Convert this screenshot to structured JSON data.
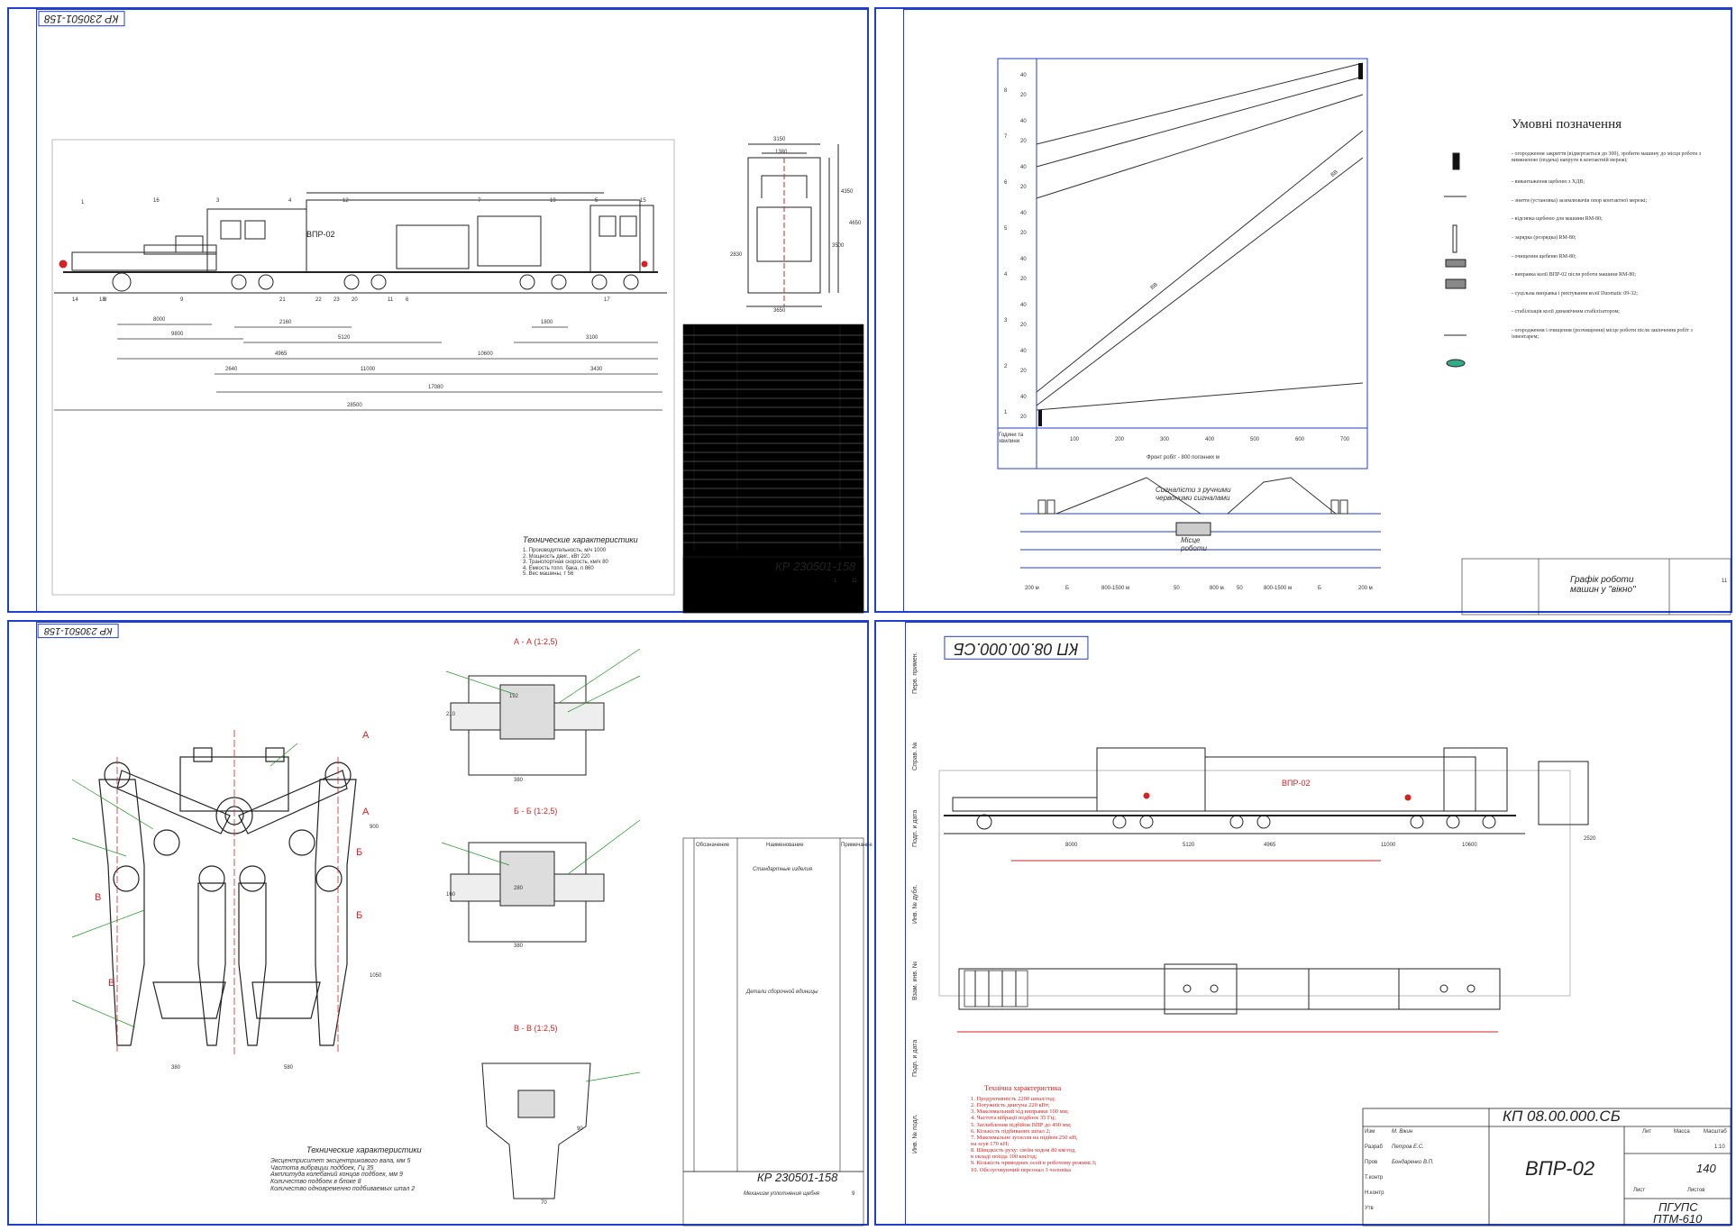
{
  "sheets": {
    "top_left": {
      "code_rotated": "КР 230501-158",
      "title_code": "КР 230501-158",
      "machine_label": "ВПР-02",
      "spec_heading": "Технические характеристики",
      "spec_lines": [
        "1. Производительность, м/ч   1000",
        "2. Мощность двиг., кВт   220",
        "3. Транспортная скорость, км/ч   80",
        "4. Емкость топл. бака, л   860",
        "5. Вес машины, т   56"
      ],
      "dims_bottom": [
        "8000",
        "9800",
        "5120",
        "2160",
        "3100",
        "1800",
        "2640",
        "4965",
        "11000",
        "10600",
        "3430",
        "17080",
        "28500"
      ],
      "dims_section": [
        "3150",
        "1380",
        "3650",
        "2830",
        "4350",
        "4650",
        "3500"
      ],
      "sheet_no": "1",
      "sheets_total": "11",
      "part_numbers": [
        "1",
        "16",
        "3",
        "4",
        "12",
        "7",
        "19",
        "5",
        "15",
        "18",
        "21",
        "22",
        "23",
        "20",
        "11",
        "6",
        "17",
        "14",
        "8",
        "9"
      ]
    },
    "top_right": {
      "legend_title": "Умовні позначення",
      "legend_items": [
        "- огородження закриття (відвертається до 300), зробити машину до місця роботи з вимкненою (подача) напруги в контактній мережі;",
        "- вивантаження щебеню з ХДВ;",
        "- зняття (установка) заземлювачів опор контактної мережі;",
        "- відсипка щебеню для машини RM-80;",
        "- зарядка (розрядка) RM-80;",
        "- очищення щебеню RM-80;",
        "- виправка колії ВПР-02 після роботи машини RM-80;",
        "- суцільна виправка і рихтування колії Duomatic 09-32;",
        "- стабілізація колії динамічним стабілізатором;",
        "- огородження і очищення (розчищення) місце роботи після закінчення робіт з інвентарем;"
      ],
      "y_axis_label": "Години та хвилини",
      "x_axis_label": "Фронт робіт - 800 погонних м",
      "x_ticks": [
        "100",
        "200",
        "300",
        "400",
        "500",
        "600",
        "700"
      ],
      "y_hours": [
        "1",
        "2",
        "3",
        "4",
        "5",
        "6",
        "7",
        "8"
      ],
      "y_minutes": [
        "20",
        "40"
      ],
      "line_labels": [
        "ВВ",
        "ВВ"
      ],
      "signals_label": "Сигналісти з ручними червоними сигналами",
      "worksite_label": "Місце роботи",
      "track_dims": [
        "200 м",
        "Б",
        "800-1500 м",
        "50",
        "800 м",
        "50",
        "800-1500 м",
        "Б",
        "200 м"
      ],
      "title_block": "Графік роботи машин у \"вікно\"",
      "sheet_no": "11"
    },
    "bottom_left": {
      "code_rotated": "КР 230501-158",
      "section_aa": "А - А (1:2,5)",
      "section_bb": "Б - Б (1:2,5)",
      "section_vv": "В - В (1:2,5)",
      "section_marks": [
        "А",
        "А",
        "Б",
        "Б",
        "В",
        "В"
      ],
      "spec_heading": "Технические характеристики",
      "spec_lines": [
        "Эксцентриситет эксцентрикового вала, мм   5",
        "Частота вибрации подбоек, Гц   35",
        "Амплитуда колебаний концов подбоек, мм   9",
        "Количество подбоек в блоке   8",
        "Количество одновременно подбиваемых шпал   2"
      ],
      "dims": [
        "380",
        "580",
        "1050",
        "900",
        "192",
        "210",
        "380",
        "280",
        "380",
        "160",
        "90",
        "70"
      ],
      "title_code": "КР 230501-158",
      "title_name": "Механизм уплотнения щебня",
      "sheet_no": "9",
      "spec_table_head": [
        "Обозначение",
        "Наименование",
        "Примечание"
      ],
      "spec_table_sections": [
        "Стандартные изделия",
        "Детали сборочной единицы"
      ]
    },
    "bottom_right": {
      "code_rotated": "КП 08.00.000.СБ",
      "title_code": "КП 08.00.000.СБ",
      "machine_label": "ВПР-02",
      "machine_name": "ВПР-02",
      "mass": "140",
      "org_line_1": "ПГУПС",
      "org_line_2": "ПТМ-610",
      "tech_heading": "Технічна характеристика",
      "tech_lines": [
        "1. Продуктивність 2200 шпал/год;",
        "2. Потужність двигуна 220 кВт;",
        "3. Максимальний хід виправки 100 мм;",
        "4. Частота вібрації подбоєк 35 Гц;",
        "5. Заглиблення підбійок ВПР до 490 мм;",
        "6. Кількість підбиваних шпал 2;",
        "7. Максимальне зусилля на підйом 250 кН,",
        "   на зсув 170 кН;",
        "8. Швидкість руху: своїм ходом 80 км/год,",
        "   в складі поїзда 100 км/год;",
        "9. Кількість приводних осей в робочому режимі 3;",
        "10. Обслуговуючий персонал 3 чоловіка"
      ],
      "roles": [
        "Изм",
        "Разраб",
        "Пров",
        "Т.контр",
        "Н.контр",
        "Утв"
      ],
      "people": [
        "М. Вжин",
        "Петров Е.С.",
        "Бондаренко В.П."
      ],
      "block_labels": [
        "Лит",
        "Масса",
        "Масштаб",
        "Лист",
        "Листов"
      ],
      "scale": "1:10",
      "side_labels": [
        "Перв. примен.",
        "Справ. №",
        "Подп. и дата",
        "Инв. № дубл.",
        "Взам. инв. №",
        "Подп. и дата",
        "Инв. № подл."
      ],
      "dims": [
        "8000",
        "5120",
        "4965",
        "11000",
        "10600",
        "2520"
      ]
    }
  }
}
